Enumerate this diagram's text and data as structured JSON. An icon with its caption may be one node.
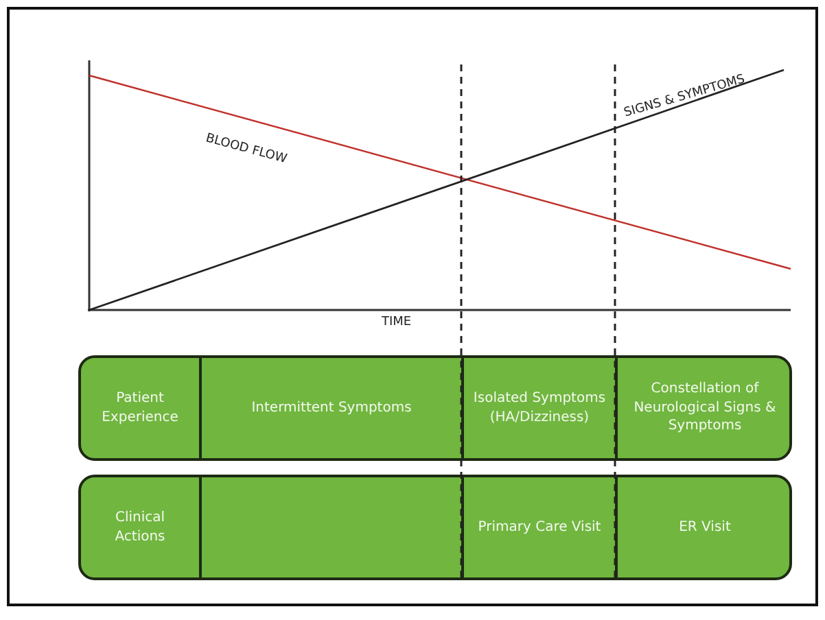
{
  "diagram": {
    "nodes": [
      {
        "text": [],
        "shape": "box"
      },
      {
        "text": [
          "Patient Experience"
        ],
        "in": 0
      },
      {
        "text": [
          "Intermittent Symptoms"
        ],
        "in": 0
      },
      {
        "text": [
          "Isolated Symptoms (HA/Dizziness)"
        ],
        "in": 0
      },
      {
        "text": [
          "Constellation of Neurological Signs & Symptoms"
        ],
        "in": 0
      },
      {
        "text": [],
        "shape": "box"
      },
      {
        "text": [
          "Clinical Actions"
        ],
        "in": 5
      },
      {
        "text": [],
        "shape": "box",
        "in": 5
      },
      {
        "text": [
          "Primary Care Visit"
        ],
        "in": 5
      },
      {
        "text": [
          "ER Visit"
        ],
        "in": 5
      }
    ],
    "labels": [
      "BLOOD FLOW",
      "SIGNS & SYMPTOMS",
      "TIME"
    ]
  }
}
